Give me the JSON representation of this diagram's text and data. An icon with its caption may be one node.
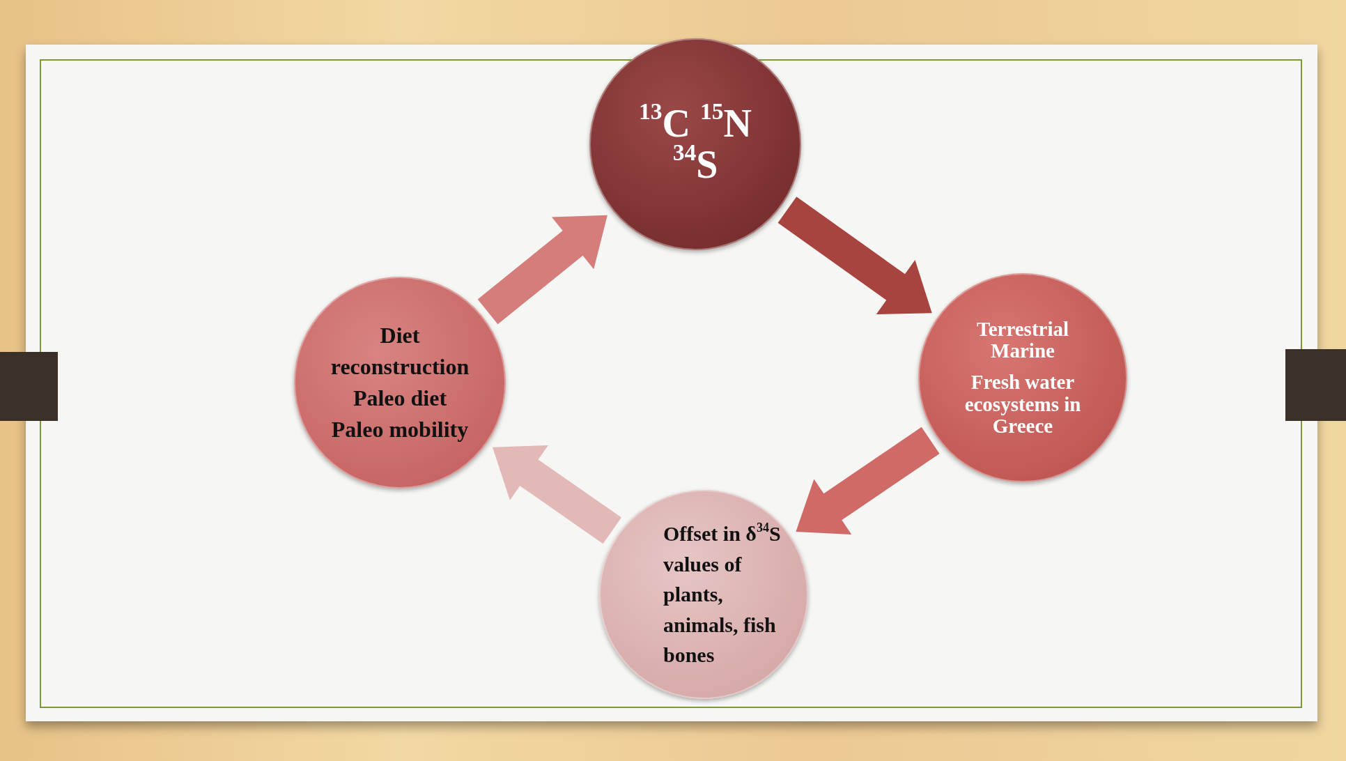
{
  "diagram": {
    "nodes": [
      {
        "text": [
          "$^{13}$C $^{15}$N $^{34}$S"
        ]
      },
      {
        "text": [
          "Terrestrial Marine",
          "Fresh water ecosystems in Greece"
        ]
      },
      {
        "text": [
          "Offset in δ$^{34}$S values of plants, animals, fish bones"
        ]
      },
      {
        "text": [
          "Diet reconstruction",
          "Paleo diet",
          "Paleo mobility"
        ]
      }
    ],
    "edges": [
      {
        "from": 0,
        "to": 1,
        "arrow": "to",
        "style": "thick",
        "color": "#a8443f"
      },
      {
        "from": 1,
        "to": 2,
        "arrow": "to",
        "style": "thick",
        "color": "#cf6a66"
      },
      {
        "from": 2,
        "to": 3,
        "arrow": "to",
        "style": "thick",
        "color": "#e3b9b8"
      },
      {
        "from": 3,
        "to": 0,
        "arrow": "to",
        "style": "thick",
        "color": "#d47d7b"
      }
    ]
  }
}
